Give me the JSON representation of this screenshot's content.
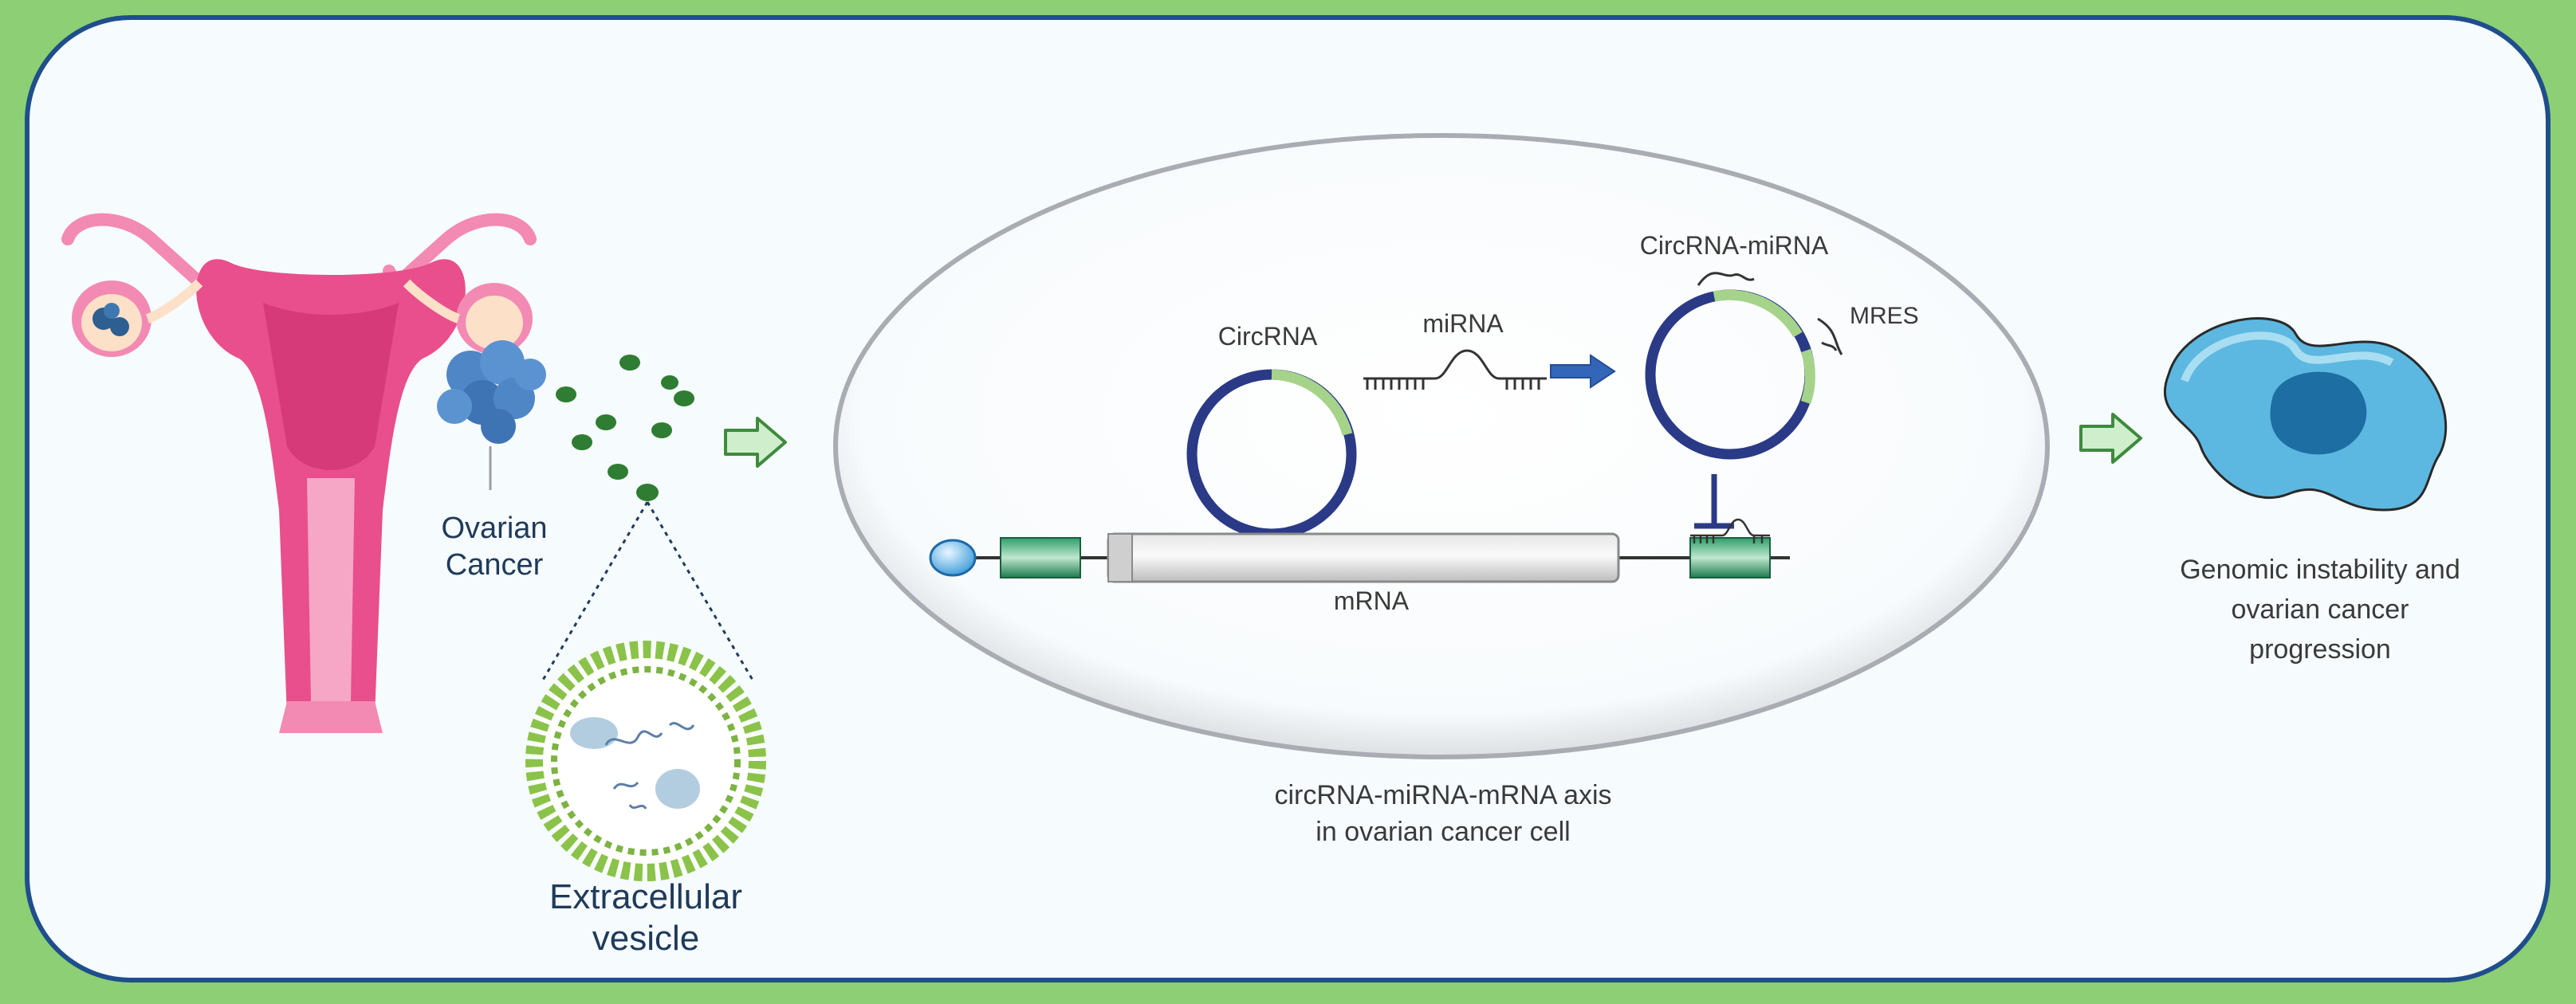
{
  "labels": {
    "ovarian_cancer": [
      "Ovarian",
      "Cancer"
    ],
    "extracellular_vesicle": [
      "Extracellular",
      "vesicle"
    ],
    "circrna": "CircRNA",
    "mirna": "miRNA",
    "circrna_mirna": "CircRNA-miRNA",
    "mres": "MRES",
    "mrna": "mRNA",
    "axis_caption": [
      "circRNA-miRNA-mRNA axis",
      "in ovarian cancer cell"
    ],
    "outcome": [
      "Genomic instability and",
      "ovarian cancer",
      "progression"
    ]
  },
  "colors": {
    "background_frame": "#8ccf74",
    "panel": "#f6fbfd",
    "panel_border": "#1f4e8c",
    "uterus": "#e84f8c",
    "uterus_light": "#f28ab3",
    "tumor": "#4f86c6",
    "vesicle": "#2e7d32",
    "circ_ring_dark": "#2b3a86",
    "circ_ring_green": "#a6d38a",
    "arrow_fill": "#cfeecb",
    "arrow_stroke": "#3e8a3e",
    "exon": "#1f8f5a",
    "cell": "#5cb8e0",
    "nucleus": "#1d6fa3"
  }
}
